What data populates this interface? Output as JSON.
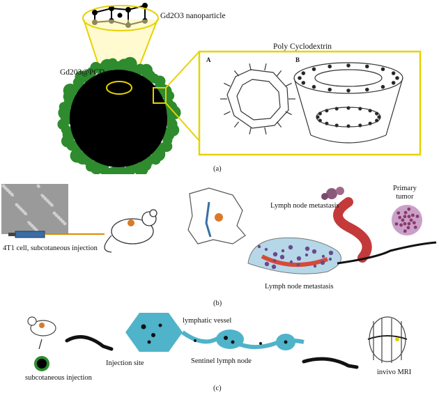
{
  "panel_a": {
    "nanoparticle_label": "Gd2O3 nanoparticle",
    "composite_label": "Gd203@PCD",
    "polymer_label": "Poly Cyclodextrin",
    "sub_label_a": "A",
    "sub_label_b": "B",
    "caption": "(a)",
    "colors": {
      "shell": "#2e8b2e",
      "core": "#000000",
      "highlight": "#e6d200"
    }
  },
  "panel_b": {
    "injection_label": "4T1 cell, subcotaneous injection",
    "metastasis_label_top": "Lymph node metastasis",
    "primary_tumor_label": "Primary\ntumor",
    "metastasis_label_bottom": "Lymph node metastasis",
    "caption": "(b)"
  },
  "panel_c": {
    "lymphatic_vessel_label": "lymphatic vessel",
    "injection_site_label": "Injection site",
    "sentinel_label": "Sentinel lymph node",
    "subcutaneous_label": "subcotaneous injection",
    "mri_label": "invivo MRI",
    "caption": "(c)",
    "colors": {
      "vessel": "#4fb3c9"
    }
  }
}
